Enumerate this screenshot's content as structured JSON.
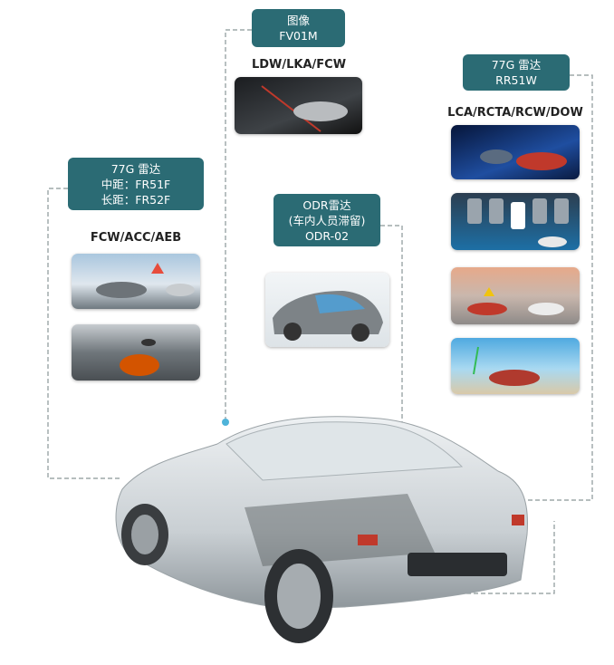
{
  "front_camera": {
    "lines": [
      "图像",
      "FV01M"
    ],
    "functions": "LDW/LKA/FCW"
  },
  "front_radar": {
    "lines": [
      "77G 雷达",
      "中距：FR51F",
      "长距：FR52F"
    ],
    "functions": "FCW/ACC/AEB"
  },
  "odr_radar": {
    "lines": [
      "ODR雷达",
      "(车内人员滞留)",
      "ODR-02"
    ]
  },
  "rear_radar": {
    "lines": [
      "77G 雷达",
      "RR51W"
    ],
    "functions": "LCA/RCTA/RCW/DOW"
  },
  "colors": {
    "box": "#2b6b74",
    "line": "#7a8a8c"
  }
}
